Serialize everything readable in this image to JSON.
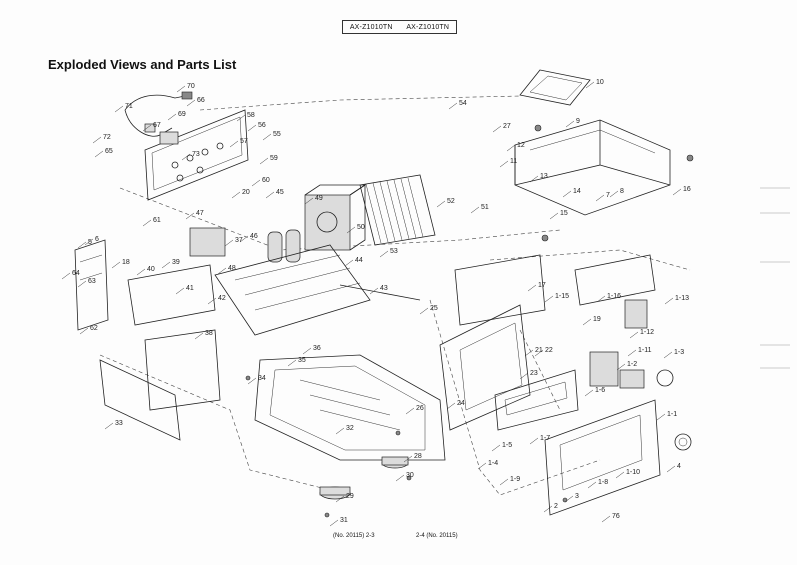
{
  "header": {
    "model_left": "AX-Z1010TN",
    "model_right": "AX-Z1010TN"
  },
  "title": "Exploded Views and Parts List",
  "footer": {
    "left": "(No. 20115)  2-3",
    "right": "2-4  (No. 20115)"
  },
  "parts": [
    "70",
    "71",
    "69",
    "66",
    "58",
    "56",
    "55",
    "57",
    "59",
    "72",
    "65",
    "67",
    "73",
    "60",
    "45",
    "20",
    "47",
    "61",
    "5",
    "6",
    "64",
    "63",
    "62",
    "18",
    "40",
    "39",
    "41",
    "38",
    "48",
    "37",
    "46",
    "49",
    "50",
    "44",
    "53",
    "43",
    "42",
    "36",
    "34",
    "35",
    "33",
    "54",
    "27",
    "52",
    "51",
    "10",
    "9",
    "11",
    "12",
    "13",
    "14",
    "7",
    "8",
    "15",
    "16",
    "17",
    "1-15",
    "1-16",
    "1-13",
    "1-12",
    "1-11",
    "1-3",
    "1-2",
    "1-6",
    "1-1",
    "1-7",
    "1-5",
    "1-4",
    "1-9",
    "1-8",
    "1-10",
    "76",
    "2",
    "3",
    "4",
    "19",
    "21",
    "22",
    "23",
    "24",
    "25",
    "26",
    "28",
    "29",
    "30",
    "31",
    "32"
  ]
}
